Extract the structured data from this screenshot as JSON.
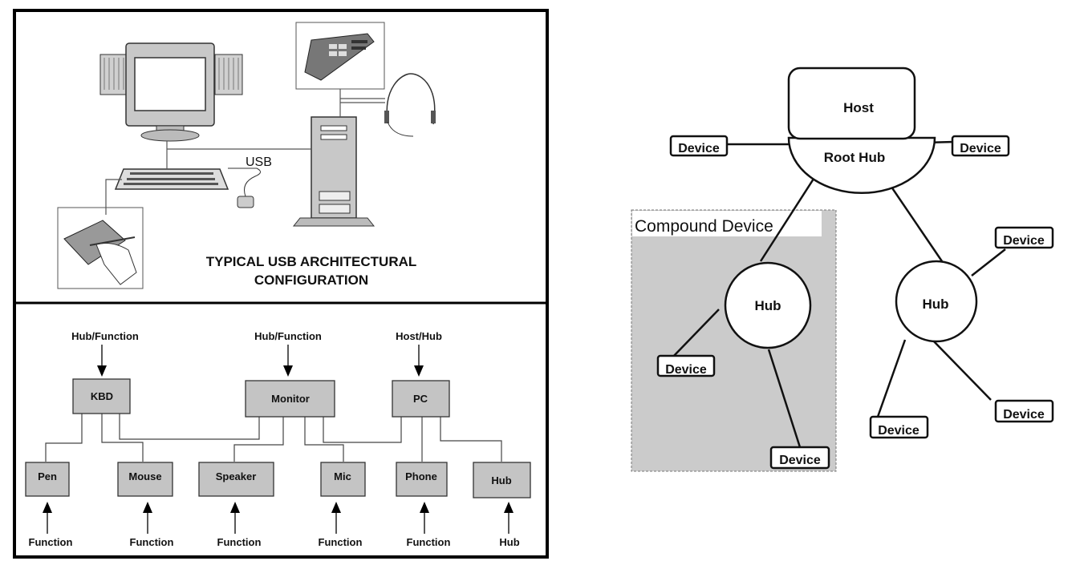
{
  "left_panel": {
    "top": {
      "usb_label": "USB",
      "title_line1": "TYPICAL USB ARCHITECTURAL",
      "title_line2": "CONFIGURATION",
      "devices": [
        "monitor",
        "speakers",
        "telephone",
        "headset",
        "tower-pc",
        "keyboard",
        "mouse",
        "pen-tablet"
      ]
    },
    "bottom": {
      "roles_top": {
        "kbd": "Hub/Function",
        "monitor": "Hub/Function",
        "pc": "Host/Hub"
      },
      "boxes": {
        "kbd": "KBD",
        "monitor": "Monitor",
        "pc": "PC",
        "pen": "Pen",
        "mouse": "Mouse",
        "speaker": "Speaker",
        "mic": "Mic",
        "phone": "Phone",
        "hub": "Hub"
      },
      "roles_bottom": {
        "pen": "Function",
        "mouse": "Function",
        "speaker": "Function",
        "mic": "Function",
        "phone": "Function",
        "hub": "Hub"
      }
    }
  },
  "right_panel": {
    "host": "Host",
    "root_hub": "Root Hub",
    "compound_label": "Compound Device",
    "hub_left": "Hub",
    "hub_right": "Hub",
    "device": "Device",
    "colors": {
      "compound_fill": "#cbcbcb",
      "box_fill": "#c4c4c4"
    }
  }
}
